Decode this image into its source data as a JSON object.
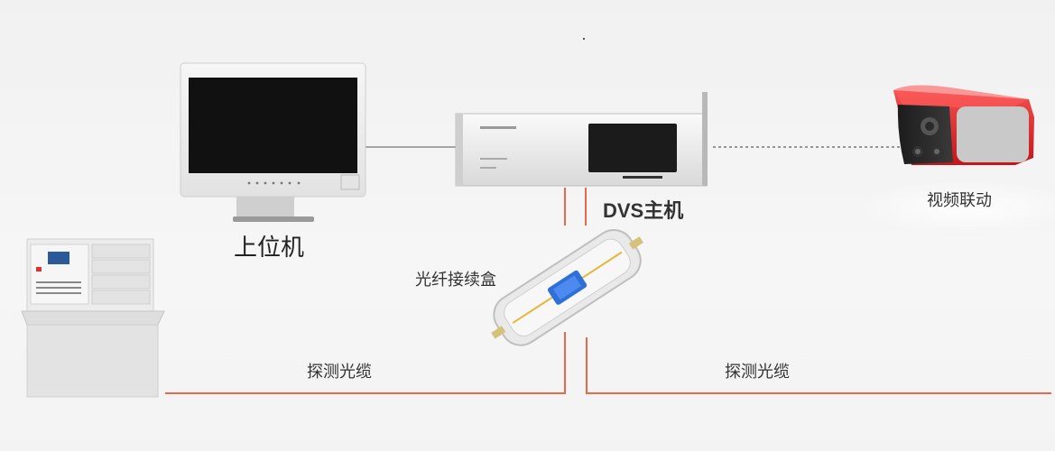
{
  "labels": {
    "host_pc": "上位机",
    "dvs_host": "DVS主机",
    "video_link": "视频联动",
    "fiber_box": "光纤接续盒",
    "cable_left": "探测光缆",
    "cable_right": "探测光缆"
  },
  "colors": {
    "cable": "#e8684a",
    "camera_red": "#e3242b",
    "device_gray": "#e6e6e6"
  }
}
